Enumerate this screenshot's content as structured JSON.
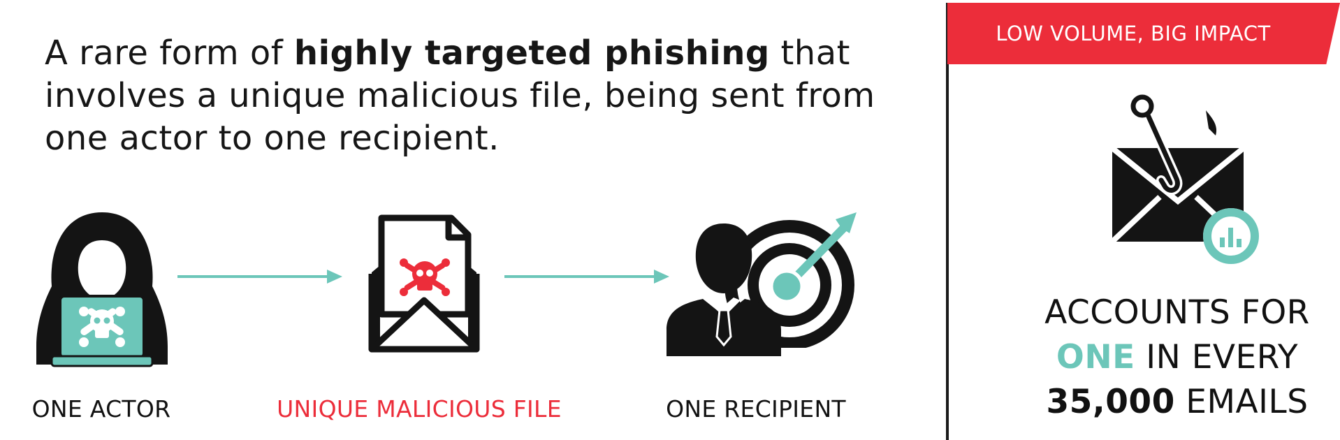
{
  "intro": {
    "before": "A rare form of ",
    "highlight": "highly targeted phishing",
    "after": " that involves a unique malicious file, being sent from one actor to one recipient."
  },
  "flow": {
    "actor_label": "ONE ACTOR",
    "file_label": "UNIQUE MALICIOUS FILE",
    "recipient_label": "ONE RECIPIENT"
  },
  "banner": {
    "text": "LOW VOLUME, BIG IMPACT"
  },
  "stat": {
    "line1": "ACCOUNTS FOR",
    "accent": "ONE",
    "line2_rest": " IN EVERY",
    "number": "35,000",
    "line3_rest": " EMAILS"
  },
  "colors": {
    "accent_teal": "#6cc6b9",
    "accent_red": "#ec2d3a",
    "ink": "#111111"
  },
  "icons": [
    "hooded-hacker-icon",
    "skull-crossbones-icon",
    "malicious-file-envelope-icon",
    "businessman-icon",
    "target-dart-icon",
    "phishing-hook-envelope-icon",
    "chart-badge-icon",
    "arrow-right-icon"
  ]
}
